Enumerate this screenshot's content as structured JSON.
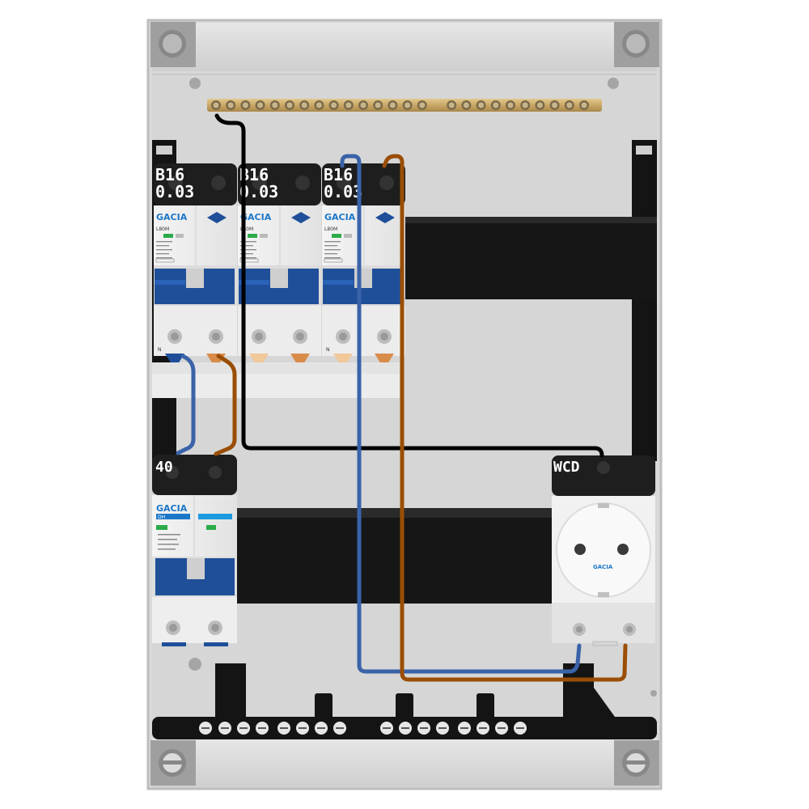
{
  "panel": {
    "colors": {
      "enclosure": "#d8d8d8",
      "rail": "#141414",
      "busbar": "#c9a766",
      "breaker_blue": "#1f4f99",
      "wire_black": "#000000",
      "wire_blue": "#3a63a8",
      "wire_brown": "#9a4e05"
    }
  },
  "rcbos": [
    {
      "rating": "B16",
      "sensitivity": "0.03",
      "brand": "GACIA",
      "model": "L80M"
    },
    {
      "rating": "B16",
      "sensitivity": "0.03",
      "brand": "GACIA",
      "model": "L80M"
    },
    {
      "rating": "B16",
      "sensitivity": "0.03",
      "brand": "GACIA",
      "model": "L80M"
    }
  ],
  "main_switch": {
    "rating": "40",
    "brand": "GACIA",
    "model": "DH"
  },
  "socket": {
    "label": "WCD",
    "brand": "GACIA"
  },
  "terminal_marks": {
    "neutral": "N"
  }
}
